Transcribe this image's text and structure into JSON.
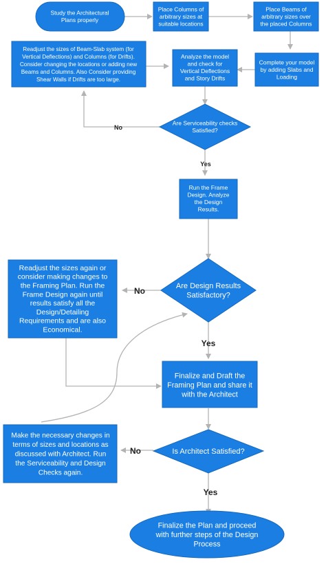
{
  "colors": {
    "node_fill": "#1a7ee2",
    "connector": "#b3b3b3",
    "label_text": "#222222"
  },
  "nodes": {
    "study_plans": [
      "Study the Architectural",
      "Plans properly"
    ],
    "place_columns": [
      "Place Columns of",
      "arbitrary sizes at",
      "suitable locations"
    ],
    "place_beams": [
      "Place Beams of",
      "arbitrary sizes over",
      "the placed Columns"
    ],
    "complete_model": [
      "Complete your model",
      "by adding Slabs and",
      "Loading"
    ],
    "analyze_model": [
      "Analyze the model",
      "and check for",
      "Vertical Deflections",
      "and Story Drifts"
    ],
    "readjust_beam_slab": [
      "Readjust the sizes of Beam-Slab system (for",
      "Vertical Deflections) and Columns (for Drifts).",
      "Consider changing the locations or adding new",
      "Beams and Columns. Also Consider providing",
      "Shear Walls if Drifts are too large."
    ],
    "serviceability_check": [
      "Are Serviceability checks",
      "Satisfied?"
    ],
    "run_frame_design": [
      "Run the Frame",
      "Design. Analyze",
      "the Design",
      "Results."
    ],
    "design_results_check": [
      "Are Design Results",
      "Satisfactory?"
    ],
    "readjust_sizes_again": [
      "Readjust the sizes again or",
      "consider making changes to",
      "the Framing Plan. Run the",
      "Frame Design again until",
      "results satisfy all the",
      "Design/Detailing",
      "Requirements and are also",
      "Economical."
    ],
    "finalize_draft": [
      "Finalize and Draft the",
      "Framing Plan and share it",
      "with the Architect"
    ],
    "architect_check": [
      "Is Architect Satisfied?"
    ],
    "make_changes": [
      "Make the necessary changes in",
      "terms of sizes and locations as",
      "discussed with Architect. Run",
      "the Serviceability and Design",
      "Checks again."
    ],
    "finalize_plan": [
      "Finalize the Plan and proceed",
      "with further steps of the Design",
      "Process"
    ]
  },
  "edge_labels": {
    "serviceability_no": "No",
    "serviceability_yes": "Yes",
    "design_no": "No",
    "design_yes": "Yes",
    "architect_no": "No",
    "architect_yes": "Yes"
  }
}
